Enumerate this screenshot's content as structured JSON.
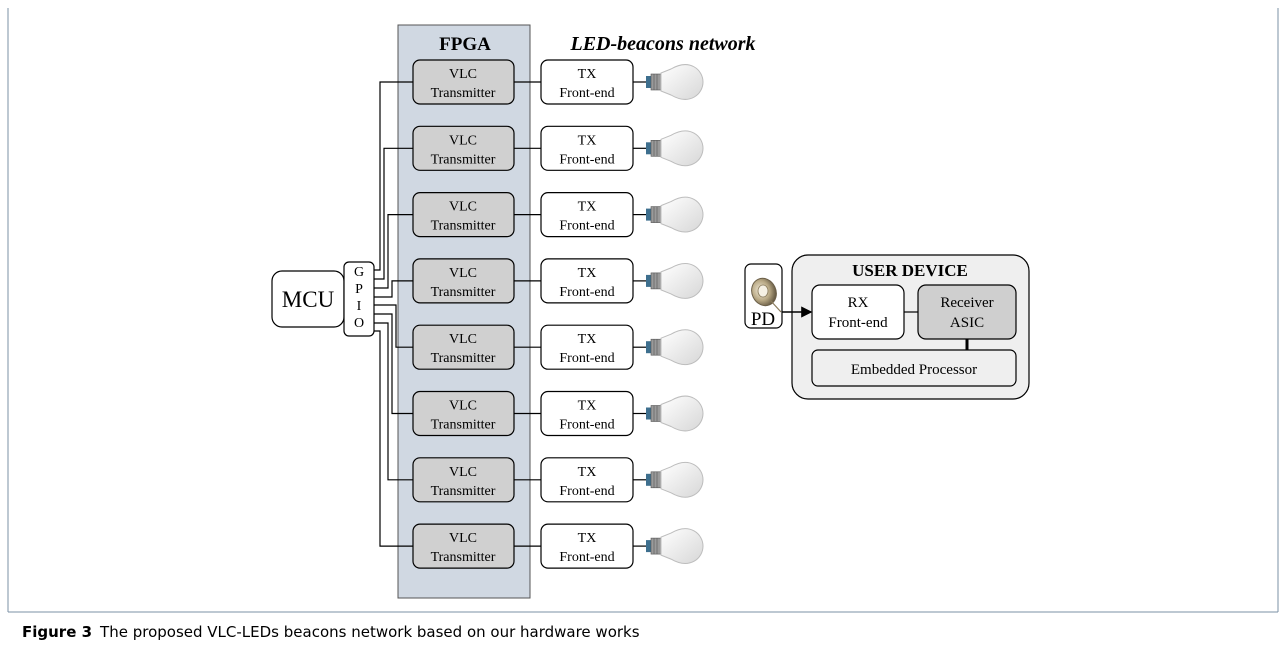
{
  "fpga": {
    "label": "FPGA"
  },
  "network": {
    "label": "LED-beacons network"
  },
  "mcu": {
    "label": "MCU"
  },
  "gpio": {
    "letters": [
      "G",
      "P",
      "I",
      "O"
    ]
  },
  "transmitters": [
    {
      "line1": "VLC",
      "line2": "Transmitter"
    },
    {
      "line1": "VLC",
      "line2": "Transmitter"
    },
    {
      "line1": "VLC",
      "line2": "Transmitter"
    },
    {
      "line1": "VLC",
      "line2": "Transmitter"
    },
    {
      "line1": "VLC",
      "line2": "Transmitter"
    },
    {
      "line1": "VLC",
      "line2": "Transmitter"
    },
    {
      "line1": "VLC",
      "line2": "Transmitter"
    },
    {
      "line1": "VLC",
      "line2": "Transmitter"
    }
  ],
  "frontends": [
    {
      "line1": "TX",
      "line2": "Front-end"
    },
    {
      "line1": "TX",
      "line2": "Front-end"
    },
    {
      "line1": "TX",
      "line2": "Front-end"
    },
    {
      "line1": "TX",
      "line2": "Front-end"
    },
    {
      "line1": "TX",
      "line2": "Front-end"
    },
    {
      "line1": "TX",
      "line2": "Front-end"
    },
    {
      "line1": "TX",
      "line2": "Front-end"
    },
    {
      "line1": "TX",
      "line2": "Front-end"
    }
  ],
  "user_device": {
    "title": "USER DEVICE",
    "pd_label": "PD",
    "rx": {
      "line1": "RX",
      "line2": "Front-end"
    },
    "asic": {
      "line1": "Receiver",
      "line2": "ASIC"
    },
    "processor": "Embedded Processor"
  },
  "caption": {
    "label": "Figure 3",
    "text": "The proposed VLC-LEDs beacons network based on our hardware works"
  },
  "colors": {
    "fpga_fill": "#d0d8e2",
    "transmitter_fill": "#d0d0d0",
    "device_fill": "#efefef",
    "asic_fill": "#cfcfcf"
  }
}
